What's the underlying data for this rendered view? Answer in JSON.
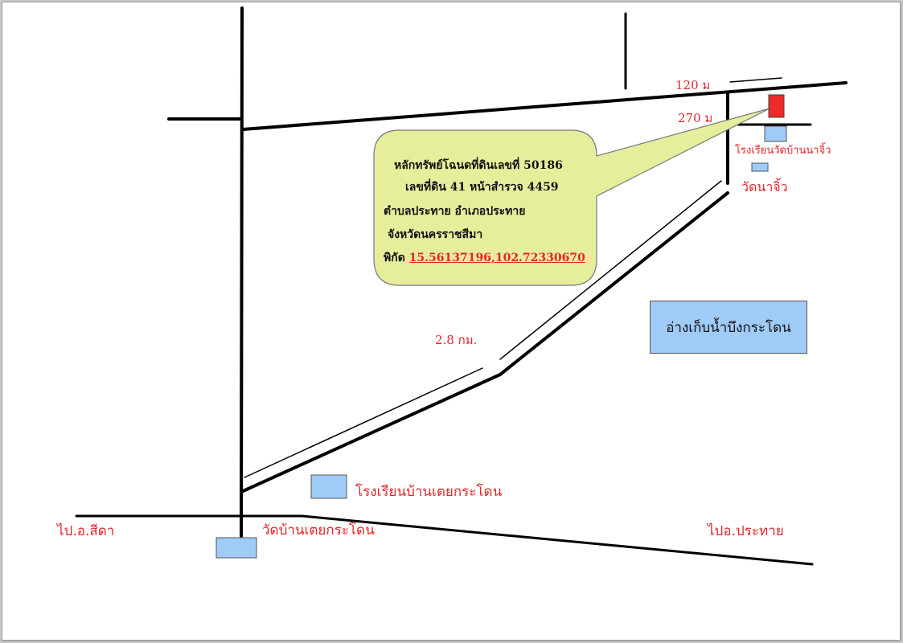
{
  "callout": {
    "line1": "หลักทรัพย์โฉนดที่ดินเลขที่ 50186",
    "line2": "เลขที่ดิน 41 หน้าสำรวจ 4459",
    "line3": "ตำบลประทาย อำเภอประทาย",
    "line4": "จังหวัดนครราชสีมา",
    "coord_prefix": "พิกัด",
    "coord_value": "15.56137196,102.72330670"
  },
  "labels": {
    "distance_top": "120 ม",
    "distance_mid": "270 ม",
    "distance_diagonal": "2.8 กม.",
    "school_top": "โรงเรียนวัดบ้านนาจิ้ว",
    "temple_top": "วัดนาจิ้ว",
    "reservoir": "อ่างเก็บน้ำบึงกระโดน",
    "school_bottom": "โรงเรียนบ้านเตยกระโดน",
    "temple_bottom": "วัดบ้านเตยกระโดน",
    "to_sida": "ไป.อ.สีดา",
    "to_prathai": "ไปอ.ประทาย"
  },
  "colors": {
    "label_red": "#e0262b",
    "callout_fill": "#e6ee9c",
    "building_blue": "#9fcbf7",
    "target_red": "#ee2a2a"
  }
}
